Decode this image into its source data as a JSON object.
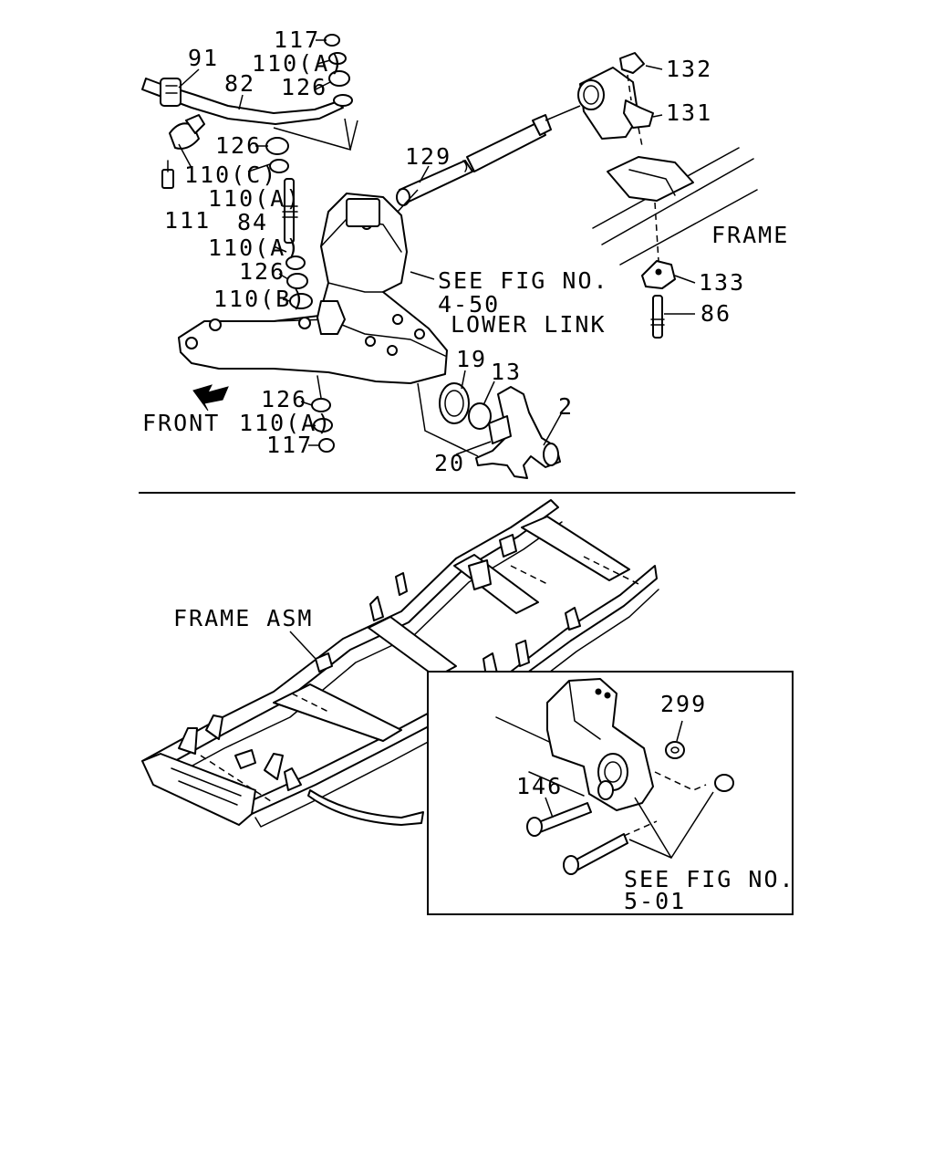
{
  "callouts": {
    "c117_top": "117",
    "c91": "91",
    "c110a_1": "110(A)",
    "c82": "82",
    "c126_1": "126",
    "c126_2": "126",
    "c110c": "110(C)",
    "c110a_2": "110(A)",
    "c111": "111",
    "c84": "84",
    "c110a_3": "110(A)",
    "c126_3": "126",
    "c110b": "110(B)",
    "c126_4": "126",
    "c110a_4": "110(A)",
    "c117_bottom": "117",
    "c129": "129",
    "c132": "132",
    "c131": "131",
    "c133": "133",
    "c86": "86",
    "c19": "19",
    "c13": "13",
    "c2": "2",
    "c20": "20",
    "c299": "299",
    "c146": "146"
  },
  "labels": {
    "frame": "FRAME",
    "see_fig_450_line1": "SEE FIG NO.",
    "see_fig_450_line2": "4-50",
    "lower_link": "LOWER LINK",
    "front": "FRONT",
    "frame_asm": "FRAME ASM",
    "see_fig_501_line1": "SEE FIG NO.",
    "see_fig_501_line2": "5-01"
  }
}
